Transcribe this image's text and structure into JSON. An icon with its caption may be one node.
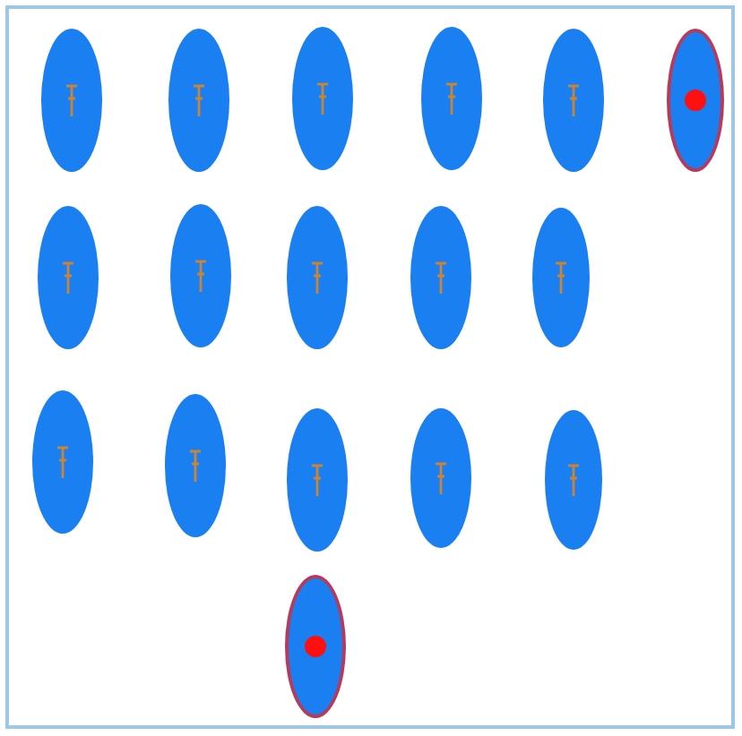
{
  "diagram": {
    "nodes": [
      {
        "text": [],
        "shape": "ellipse"
      },
      {
        "text": [],
        "shape": "ellipse"
      },
      {
        "text": [],
        "shape": "ellipse"
      },
      {
        "text": [],
        "shape": "ellipse"
      },
      {
        "text": [],
        "shape": "ellipse"
      },
      {
        "text": [],
        "shape": "ellipse"
      },
      {
        "text": [],
        "shape": "ellipse"
      },
      {
        "text": [],
        "shape": "ellipse"
      },
      {
        "text": [],
        "shape": "ellipse"
      },
      {
        "text": [],
        "shape": "ellipse"
      },
      {
        "text": [],
        "shape": "ellipse"
      },
      {
        "text": [],
        "shape": "ellipse"
      },
      {
        "text": [],
        "shape": "ellipse"
      },
      {
        "text": [],
        "shape": "ellipse"
      },
      {
        "text": [],
        "shape": "ellipse"
      },
      {
        "text": [],
        "shape": "ellipse"
      },
      {
        "text": [],
        "shape": "ellipse"
      }
    ]
  }
}
